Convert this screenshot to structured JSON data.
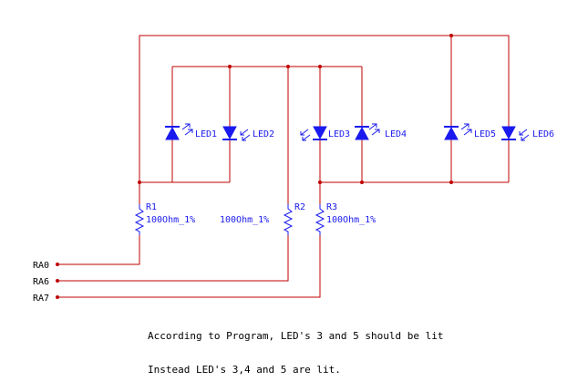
{
  "colors": {
    "wire": "#c00000",
    "component": "#1a1aee",
    "text": "#000000",
    "background": "#ffffff"
  },
  "leds": [
    {
      "ref": "LED1",
      "orientation": "up"
    },
    {
      "ref": "LED2",
      "orientation": "down"
    },
    {
      "ref": "LED3",
      "orientation": "down"
    },
    {
      "ref": "LED4",
      "orientation": "up"
    },
    {
      "ref": "LED5",
      "orientation": "up"
    },
    {
      "ref": "LED6",
      "orientation": "down"
    }
  ],
  "resistors": [
    {
      "ref": "R1",
      "value": "100Ohm_1%"
    },
    {
      "ref": "R2",
      "value": "100Ohm_1%"
    },
    {
      "ref": "R3",
      "value": "100Ohm_1%"
    }
  ],
  "nets": [
    "RA0",
    "RA6",
    "RA7"
  ],
  "notes": {
    "expected": "According to Program, LED's 3 and 5 should be lit",
    "actual": "Instead LED's 3,4 and 5 are lit."
  }
}
